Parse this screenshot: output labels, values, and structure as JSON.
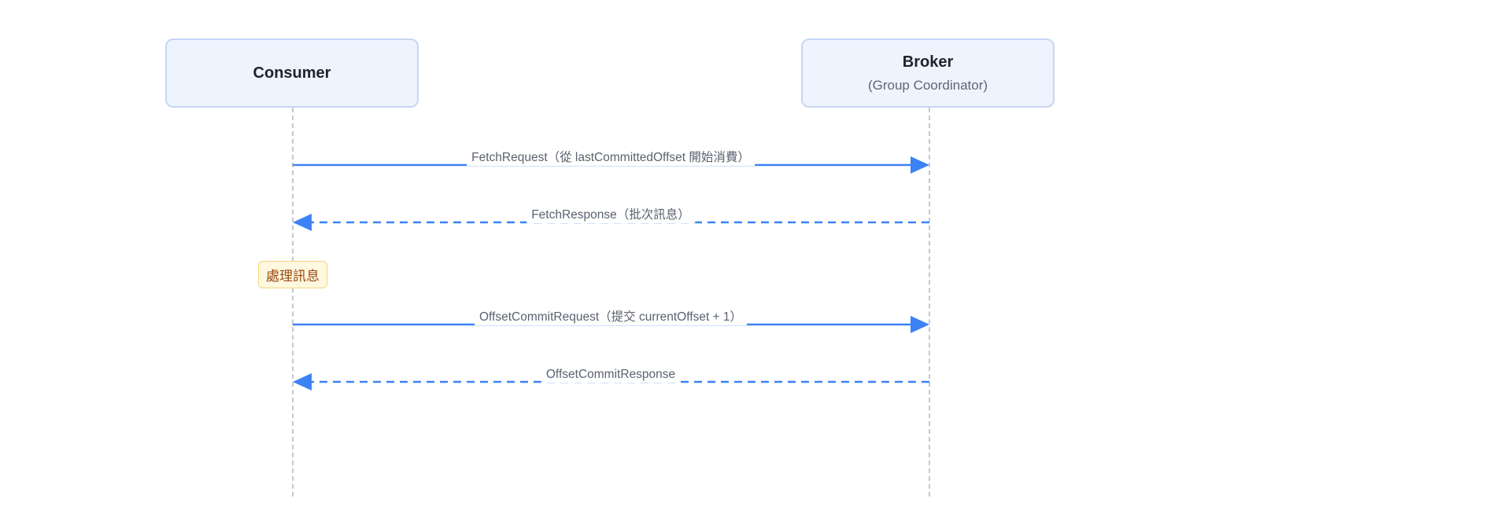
{
  "participants": {
    "consumer": {
      "name": "Consumer"
    },
    "broker": {
      "name": "Broker",
      "subtitle": "(Group Coordinator)"
    }
  },
  "messages": [
    {
      "label": "FetchRequest（從 lastCommittedOffset 開始消費）",
      "from": "consumer",
      "to": "broker",
      "style": "solid"
    },
    {
      "label": "FetchResponse（批次訊息）",
      "from": "broker",
      "to": "consumer",
      "style": "dashed"
    },
    {
      "label": "OffsetCommitRequest（提交 currentOffset + 1）",
      "from": "consumer",
      "to": "broker",
      "style": "solid"
    },
    {
      "label": "OffsetCommitResponse",
      "from": "broker",
      "to": "consumer",
      "style": "dashed"
    }
  ],
  "note": {
    "text": "處理訊息"
  },
  "colors": {
    "arrow": "#3b82f6",
    "lifeline": "#c4c8cf",
    "box_fill": "#eef3fd",
    "box_border": "#c7d6f5",
    "note_fill": "#fff8e1",
    "note_border": "#f2d57a"
  }
}
